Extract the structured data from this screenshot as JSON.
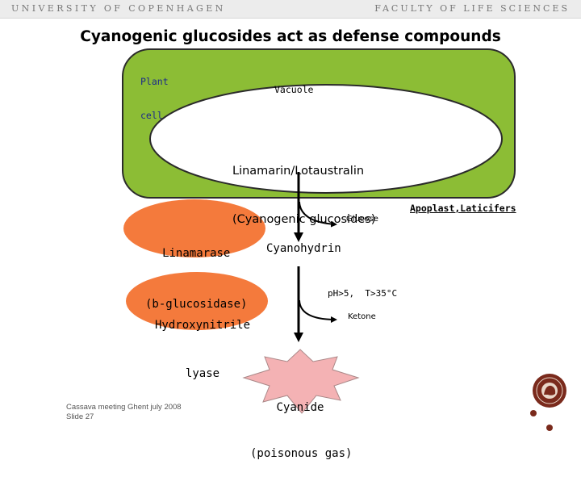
{
  "header": {
    "university": "UNIVERSITY OF COPENHAGEN",
    "faculty": "FACULTY OF LIFE SCIENCES"
  },
  "title": "Cyanogenic glucosides act as defense compounds",
  "diagram": {
    "plant_cell_line1": "Plant",
    "plant_cell_line2": "cell",
    "vacuole": "Vacuole",
    "vacuole_content_line1": "Linamarin/Lotaustralin",
    "vacuole_content_line2": "(Cyanogenic glucosides)",
    "apoplast": "Apoplast,Laticifers",
    "enzyme1_line1": "Linamarase",
    "enzyme1_line2": "(b-glucosidase)",
    "glucose": "Glucose",
    "cyanohydrin": "Cyanohydrin",
    "enzyme2_line1": "Hydroxynitrile",
    "enzyme2_line2": "lyase",
    "conditions": "pH>5,  T>35°C",
    "ketone": "Ketone",
    "product_line1": "Cyanide",
    "product_line2": "(poisonous gas)"
  },
  "colors": {
    "cell_green": "#8cbd35",
    "enzyme_orange": "#f47a3c",
    "star_pink": "#f4b2b4",
    "seal_brown": "#7a2a1c"
  },
  "footer": {
    "line1": "Cassava meeting Ghent july 2008",
    "line2": "Slide 27"
  }
}
